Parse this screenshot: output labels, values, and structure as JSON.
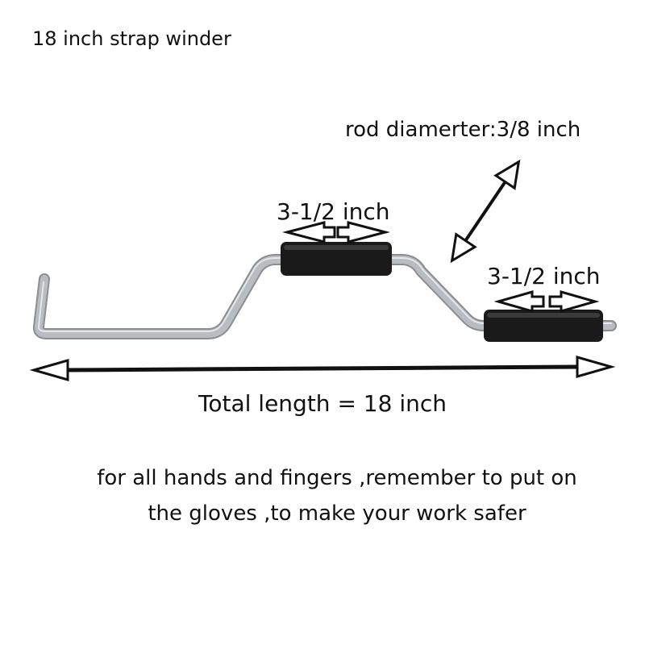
{
  "title": "18 inch strap winder",
  "rod_label": "rod diamerter:3/8 inch",
  "grip_center_label": "3-1/2 inch",
  "grip_right_label": "3-1/2 inch",
  "total_length_label": "Total length = 18 inch",
  "note_line1": "for all hands and fingers ,remember to put on",
  "note_line2": "the gloves ,to make your work safer",
  "colors": {
    "rod": "#b9bdc2",
    "rod_outline": "#8a8e93",
    "grip": "#1a1a1a",
    "arrow": "#111111"
  }
}
